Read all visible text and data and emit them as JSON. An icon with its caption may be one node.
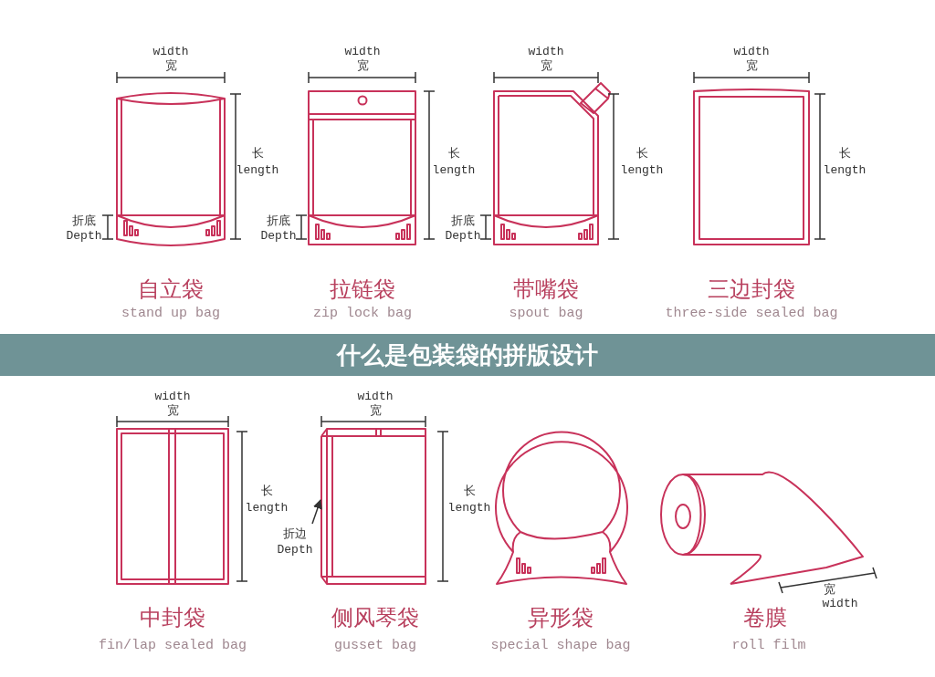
{
  "diagram": {
    "title": "什么是包装袋的拼版设计",
    "nodes": [
      {
        "text": [
          "折边",
          "Depth"
        ]
      },
      {
        "text": [],
        "shape": "picture"
      }
    ],
    "edges": [
      {
        "from": 0,
        "to": 1,
        "arrow": "to"
      }
    ],
    "labels": [
      "width",
      "宽",
      "长",
      "length",
      "折底",
      "Depth",
      "自立袋",
      "stand up bag",
      "width",
      "宽",
      "长",
      "length",
      "折底",
      "Depth",
      "拉链袋",
      "zip lock bag",
      "width",
      "宽",
      "长",
      "length",
      "折底",
      "Depth",
      "带嘴袋",
      "spout bag",
      "width",
      "宽",
      "长",
      "length",
      "三边封袋",
      "three-side sealed bag",
      "width",
      "宽",
      "长",
      "length",
      "中封袋",
      "fin/lap sealed bag",
      "width",
      "宽",
      "长",
      "length",
      "侧风琴袋",
      "gusset bag",
      "异形袋",
      "special shape bag",
      "宽",
      "width",
      "卷膜",
      "roll film"
    ]
  }
}
